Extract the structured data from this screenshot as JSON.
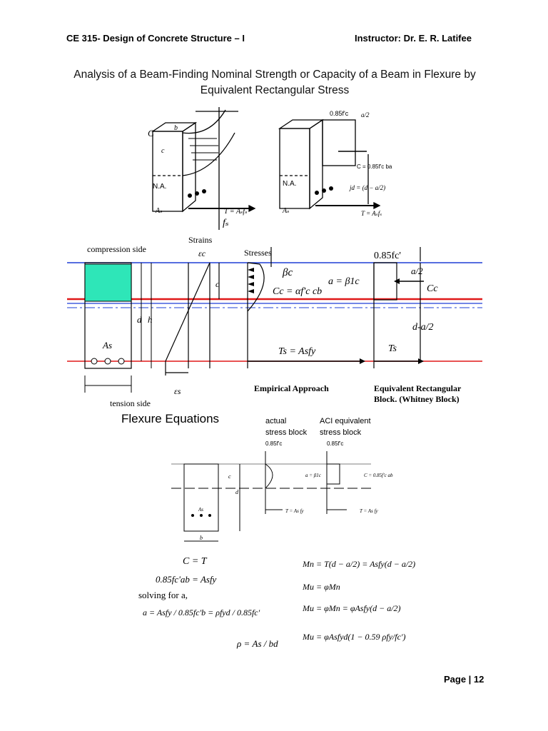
{
  "header": {
    "course": "CE 315- Design of Concrete Structure – I",
    "instructor": "Instructor: Dr. E. R. Latifee"
  },
  "title": {
    "line1": "Analysis of a Beam-Finding Nominal Strength or Capacity of a Beam in Flexure by",
    "line2": "Equivalent Rectangular Stress"
  },
  "figure_3d": {
    "left": {
      "c_label": "C",
      "b_label": "b",
      "c_depth": "c",
      "na_label": "N.A.",
      "as_label": "Aₛ",
      "t_label": "T = Aₛfₛ",
      "fs_label": "fₛ"
    },
    "right": {
      "stress_label": "0.85f'c",
      "a2_label": "a/2",
      "c_force": "C = 0.85f'c ba",
      "jd_label": "jd = (d − a/2)",
      "na_label": "N.A.",
      "as_label": "Aₛ",
      "t_label": "T = Aₛfₛ"
    }
  },
  "strain_diagram": {
    "compression_side": "compression side",
    "strains": "Strains",
    "eps_c": "εc",
    "stresses": "Stresses",
    "beta_c": "βc",
    "c": "c",
    "cc_eq": "Cc = αf'c cb",
    "d": "d",
    "h": "h",
    "as": "As",
    "ts_eq": "Ts = Asfy",
    "tension_side": "tension side",
    "eps_s": "εs",
    "empirical": "Empirical Approach",
    "stress_085": "0.85fc'",
    "a_eq": "a = β1c",
    "a2": "a/2",
    "cc": "Cc",
    "d_a2": "d-a/2",
    "ts": "Ts",
    "equiv_line1": "Equivalent Rectangular",
    "equiv_line2": "Block. (Whitney Block)"
  },
  "flexure": {
    "heading": "Flexure Equations",
    "actual_1": "actual",
    "actual_2": "stress block",
    "aci_1": "ACI equivalent",
    "aci_2": "stress block",
    "fc_small": "0.85f'c",
    "c_small": "c",
    "d_small": "d",
    "as_small": "As",
    "b_small": "b",
    "a_eq_small": "a = β1c",
    "c_force_small": "C = 0.85f'c ab",
    "t_small": "T = As fy",
    "eq_c_t": "C = T",
    "eq_085": "0.85fc'ab = Asfy",
    "solving": "solving for a,",
    "eq_a": "a = Asfy / 0.85fc'b = ρfyd / 0.85fc'",
    "eq_rho": "ρ = As / bd",
    "eq_mn": "Mn = T(d − a/2) = Asfy(d − a/2)",
    "eq_mu": "Mu = φMn",
    "eq_mu2": "Mu = φMn = φAsfy(d − a/2)",
    "eq_mu3": "Mu = φAsfyd(1 − 0.59 ρfy/fc')"
  },
  "footer": {
    "page": "Page | 12"
  },
  "colors": {
    "compression_fill": "#2ee6b8",
    "blue_line": "#1f3fd6",
    "red_line": "#e01818"
  }
}
